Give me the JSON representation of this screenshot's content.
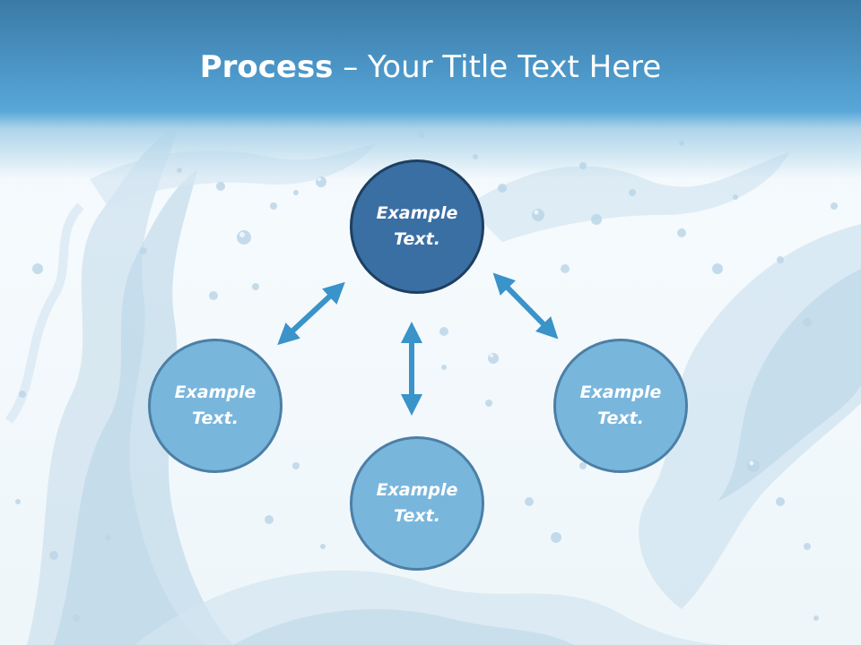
{
  "slide": {
    "title_bold": "Process",
    "title_rest": " – Your Title Text Here"
  },
  "nodes": {
    "top": "Example Text.",
    "left": "Example Text.",
    "right": "Example Text.",
    "bottom": "Example Text."
  },
  "colors": {
    "header": "#4c97c8",
    "node_dark": "#3a6fa3",
    "node_light": "#79b6dc",
    "arrow": "#3a93c9"
  }
}
